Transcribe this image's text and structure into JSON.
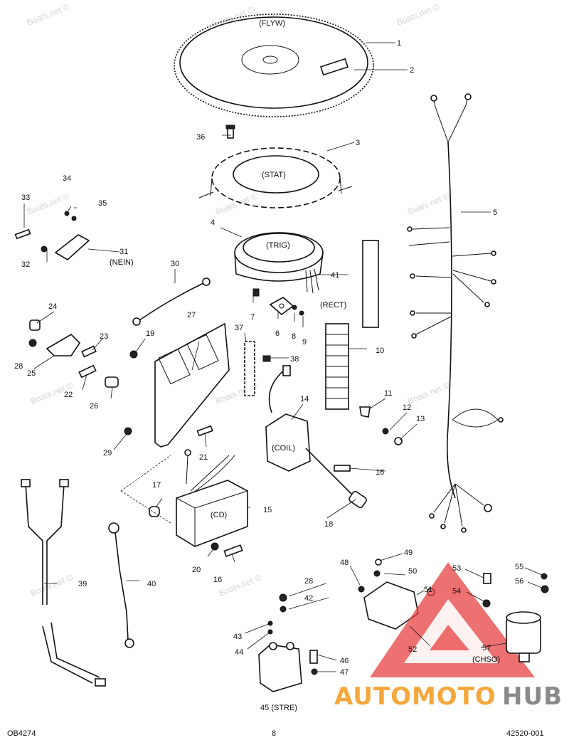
{
  "watermark": "Boats.net ©",
  "logo": {
    "part1": "AUTOMOTO",
    "part2": "HUB",
    "color1": "#f4a83c",
    "color2": "#8a8a8a",
    "triangle_color": "#e63a3a"
  },
  "footer": {
    "left": "OB4274",
    "center": "8",
    "right": "42520-001"
  },
  "components": {
    "flyw": "(FLYW)",
    "stat": "(STAT)",
    "trig": "(TRIG)",
    "rect": "(RECT)",
    "coil": "(COIL)",
    "cd": "(CD)",
    "nein": "(NEIN)",
    "chso": "(CHSO)",
    "stre": "45 (STRE)"
  },
  "callouts": [
    {
      "n": "1"
    },
    {
      "n": "2"
    },
    {
      "n": "3"
    },
    {
      "n": "4"
    },
    {
      "n": "5"
    },
    {
      "n": "6"
    },
    {
      "n": "7"
    },
    {
      "n": "8"
    },
    {
      "n": "9"
    },
    {
      "n": "10"
    },
    {
      "n": "11"
    },
    {
      "n": "12"
    },
    {
      "n": "13"
    },
    {
      "n": "14"
    },
    {
      "n": "15"
    },
    {
      "n": "16"
    },
    {
      "n": "16"
    },
    {
      "n": "17"
    },
    {
      "n": "18"
    },
    {
      "n": "19"
    },
    {
      "n": "20"
    },
    {
      "n": "21"
    },
    {
      "n": "22"
    },
    {
      "n": "23"
    },
    {
      "n": "24"
    },
    {
      "n": "25"
    },
    {
      "n": "26"
    },
    {
      "n": "27"
    },
    {
      "n": "28"
    },
    {
      "n": "28"
    },
    {
      "n": "29"
    },
    {
      "n": "30"
    },
    {
      "n": "31"
    },
    {
      "n": "32"
    },
    {
      "n": "33"
    },
    {
      "n": "34"
    },
    {
      "n": "35"
    },
    {
      "n": "36"
    },
    {
      "n": "37"
    },
    {
      "n": "38"
    },
    {
      "n": "39"
    },
    {
      "n": "40"
    },
    {
      "n": "41"
    },
    {
      "n": "42"
    },
    {
      "n": "43"
    },
    {
      "n": "44"
    },
    {
      "n": "46"
    },
    {
      "n": "47"
    },
    {
      "n": "48"
    },
    {
      "n": "49"
    },
    {
      "n": "50"
    },
    {
      "n": "51"
    },
    {
      "n": "52"
    },
    {
      "n": "53"
    },
    {
      "n": "54"
    },
    {
      "n": "55"
    },
    {
      "n": "56"
    },
    {
      "n": "57"
    }
  ]
}
